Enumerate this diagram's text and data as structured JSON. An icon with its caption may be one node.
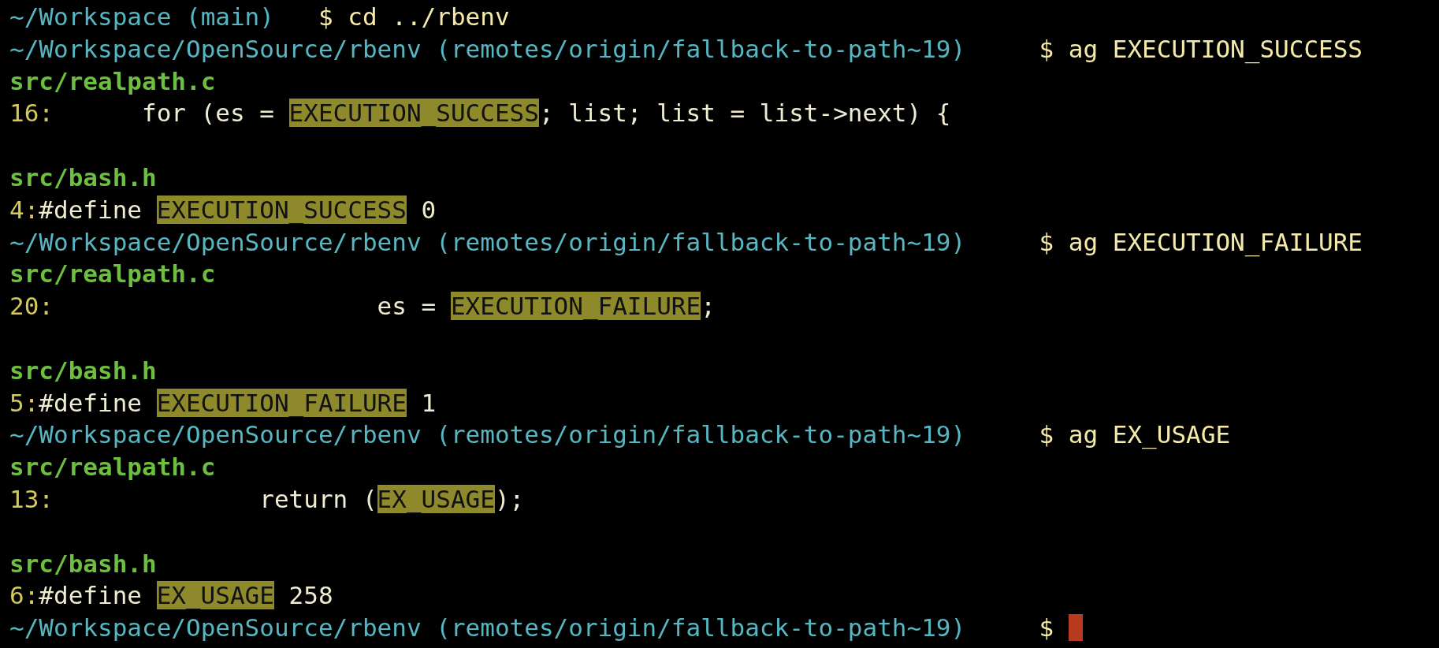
{
  "diagram": {
    "labels": [
      "~/Workspace (main)",
      "$ cd ../rbenv",
      "~/Workspace/OpenSource/rbenv (remotes/origin/fallback-to-path~19)",
      "$ ag EXECUTION_SUCCESS",
      "src/realpath.c",
      "16:",
      "for (es = **EXECUTION_SUCCESS**; list; list = list->next) {",
      "src/bash.h",
      "4:",
      "#define **EXECUTION_SUCCESS** 0",
      "~/Workspace/OpenSource/rbenv (remotes/origin/fallback-to-path~19)",
      "$ ag EXECUTION_FAILURE",
      "src/realpath.c",
      "20:",
      "es = **EXECUTION_FAILURE**;",
      "src/bash.h",
      "5:",
      "#define **EXECUTION_FAILURE** 1",
      "~/Workspace/OpenSource/rbenv (remotes/origin/fallback-to-path~19)",
      "$ ag EX_USAGE",
      "src/realpath.c",
      "13:",
      "return (**EX_USAGE**);",
      "src/bash.h",
      "6:",
      "#define **EX_USAGE** 258",
      "~/Workspace/OpenSource/rbenv (remotes/origin/fallback-to-path~19)",
      "$"
    ]
  }
}
